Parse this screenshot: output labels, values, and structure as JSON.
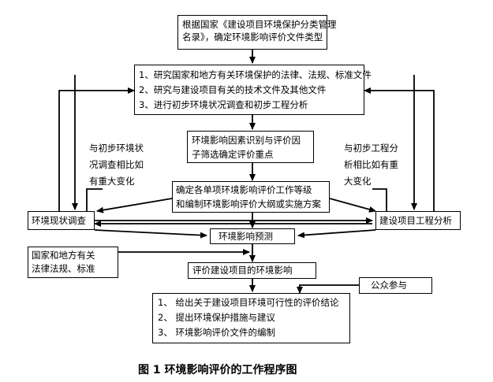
{
  "boxes": {
    "directory": {
      "lines": [
        "根据国家《建设项目环境保护分类管理",
        "名录》，确定环境影响评价文件类型"
      ]
    },
    "research": {
      "lines": [
        "1、研究国家和地方有关环境保护的法律、法规、标准文件",
        "2、研究与建设项目有关的技术文件及其他文件",
        "3、进行初步环境状况调查和初步工程分析"
      ]
    },
    "factors": {
      "lines": [
        "环境影响因素识别与评价因",
        "子筛选确定评价重点"
      ]
    },
    "grading": {
      "lines": [
        "确定各单项环境影响评价工作等级",
        "和编制环境影响评价大纲或实施方案"
      ]
    },
    "env_survey": {
      "text": "环境现状调查"
    },
    "project_analysis": {
      "text": "建设项目工程分析"
    },
    "prediction": {
      "text": "环境影响预测"
    },
    "regulations": {
      "lines": [
        "国家和地方有关",
        "法律法规、标准"
      ]
    },
    "assessment": {
      "text": "评价建设项目的环境影响"
    },
    "public": {
      "text": "公众参与"
    },
    "conclusions": {
      "lines": [
        "1、  给出关于建设项目环境可行性的评价结论",
        "2、  提出环境保护措施与建议",
        "3、  环境影响评价文件的编制"
      ]
    }
  },
  "notes": {
    "left": [
      "与初步环境状",
      "况调查相比如",
      "有重大变化"
    ],
    "right": [
      "与初步工程分",
      "析相比如有重",
      "大变化"
    ]
  },
  "caption": "图 1  环境影响评价的工作程序图"
}
